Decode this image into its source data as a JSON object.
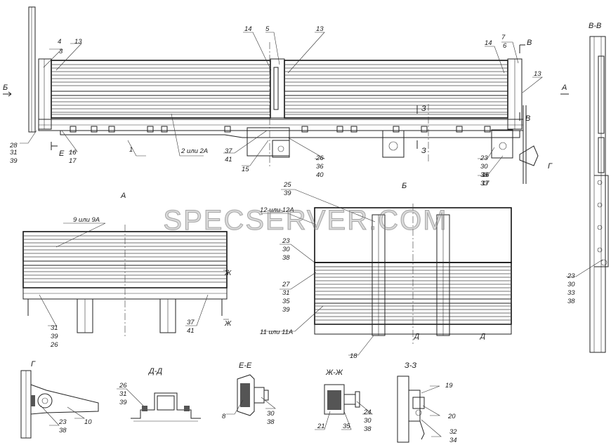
{
  "watermark": "SPECSERVER.COM",
  "views": {
    "A": "А",
    "B": "Б",
    "BB": "В-В",
    "G": "Г",
    "DD": "Д-Д",
    "EE": "Е-Е",
    "ZhZh": "Ж-Ж",
    "ZZ": "З-З"
  },
  "marks": {
    "B": "Б",
    "A": "А",
    "V": "В",
    "E": "Е",
    "Z": "З",
    "G": "Г",
    "D": "Д",
    "Zh": "Ж"
  },
  "callouts": {
    "c1": "1",
    "c2": "2 или 2А",
    "c3": "3",
    "c4": "4",
    "c5": "5",
    "c6": "6",
    "c7": "7",
    "c8": "8",
    "c9": "9 или 9А",
    "c10": "10",
    "c11": "11 или 11А",
    "c12": "12 или 12А",
    "c13": "13",
    "c14": "14",
    "c15": "15",
    "c16": "16",
    "c17": "17",
    "c18": "18",
    "c19": "19",
    "c20": "20",
    "c21": "21",
    "c23": "23",
    "c24": "24",
    "c25": "25",
    "c26": "26",
    "c27": "27",
    "c28": "28",
    "c30": "30",
    "c31": "31",
    "c32": "32",
    "c33": "33",
    "c34": "34",
    "c35": "35",
    "c36": "36",
    "c37": "37",
    "c38": "38",
    "c39": "39",
    "c40": "40",
    "c41": "41"
  }
}
